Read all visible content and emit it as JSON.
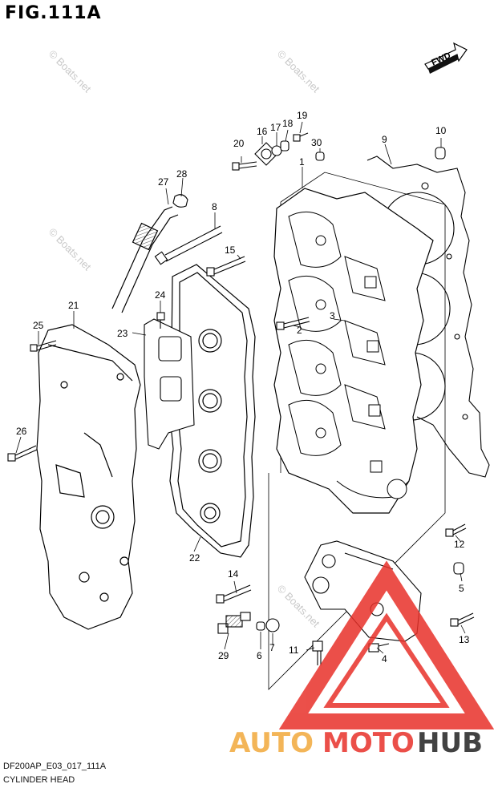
{
  "figure": {
    "title": "FIG.111A",
    "code": "DF200AP_E03_017_111A",
    "name": "CYLINDER HEAD"
  },
  "fwd_label": "FWD",
  "watermark": "© Boats.net",
  "logo": {
    "text_left": "AUTO",
    "text_mid": "MOTO",
    "text_right": "HUB",
    "color_red": "#e8312a",
    "color_gold": "#f2a93b",
    "color_dark": "#222222"
  },
  "callouts": [
    "1",
    "2",
    "3",
    "4",
    "5",
    "6",
    "7",
    "8",
    "9",
    "10",
    "11",
    "12",
    "13",
    "14",
    "15",
    "16",
    "17",
    "18",
    "19",
    "20",
    "21",
    "22",
    "23",
    "24",
    "25",
    "26",
    "27",
    "28",
    "29",
    "30"
  ]
}
